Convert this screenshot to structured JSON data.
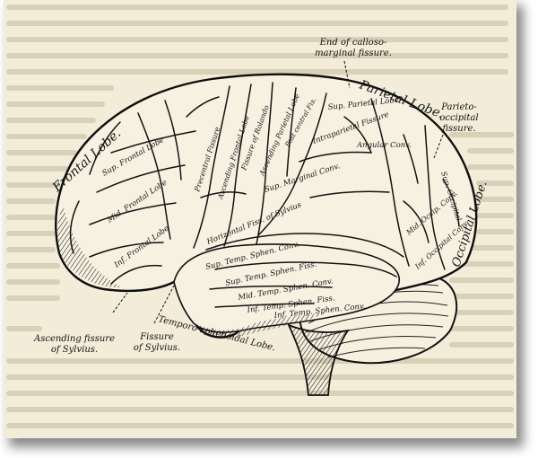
{
  "lobes": {
    "frontal": "Frontal Lobe.",
    "parietal": "Parietal Lobe.",
    "occipital": "Occipital Lobe.",
    "temporo_sphenoidal": "Temporo-sphenoidal Lobe."
  },
  "gyri": {
    "sup_frontal": "Sup. Frontal Lobe",
    "mid_frontal": "Mid. Frontal Lobe",
    "inf_frontal": "Inf. Frontal Lobe",
    "precentral": "Precentral Fissure",
    "ascending_frontal": "Ascending Frontal Lobe",
    "fissure_rolando": "Fissure of Rolando",
    "ascending_parietal": "Ascending Parietal Lobe",
    "post_central": "Post central Fis.",
    "sup_parietal": "Sup. Parietal Lobe",
    "intraparietal": "Intraparietal Fissure",
    "sup_marginal": "Sup. Marginal Conv.",
    "angular": "Angular Conv.",
    "horizontal_sylvius": "Horizontal Fiss. of Sylvius",
    "sup_temp_conv": "Sup. Temp. Sphen. Conv.",
    "sup_temp_fiss": "Sup. Temp. Sphen. Fiss.",
    "mid_temp_conv": "Mid. Temp. Sphen. Conv.",
    "inf_temp_fiss": "Inf. Temp. Sphen. Fiss.",
    "inf_temp_conv": "Inf. Temp. Sphen. Conv.",
    "sup_occipital": "Sup. Occipital",
    "mid_occipital": "Mid. Occip. Conv.",
    "inf_occipital": "Inf. Occipital Conv."
  },
  "callouts": {
    "end_calloso_1": "End of calloso-",
    "end_calloso_2": "marginal fissure.",
    "parieto_1": "Parieto-",
    "parieto_2": "occipital",
    "parieto_3": "fissure.",
    "ascending_1": "Ascending fissure",
    "ascending_2": "of Sylvius.",
    "fissure_1": "Fissure",
    "fissure_2": "of Sylvius."
  },
  "colors": {
    "paper": "#f3ecd9",
    "ink": "#151515",
    "bleed_text": "#d9d0b8"
  }
}
